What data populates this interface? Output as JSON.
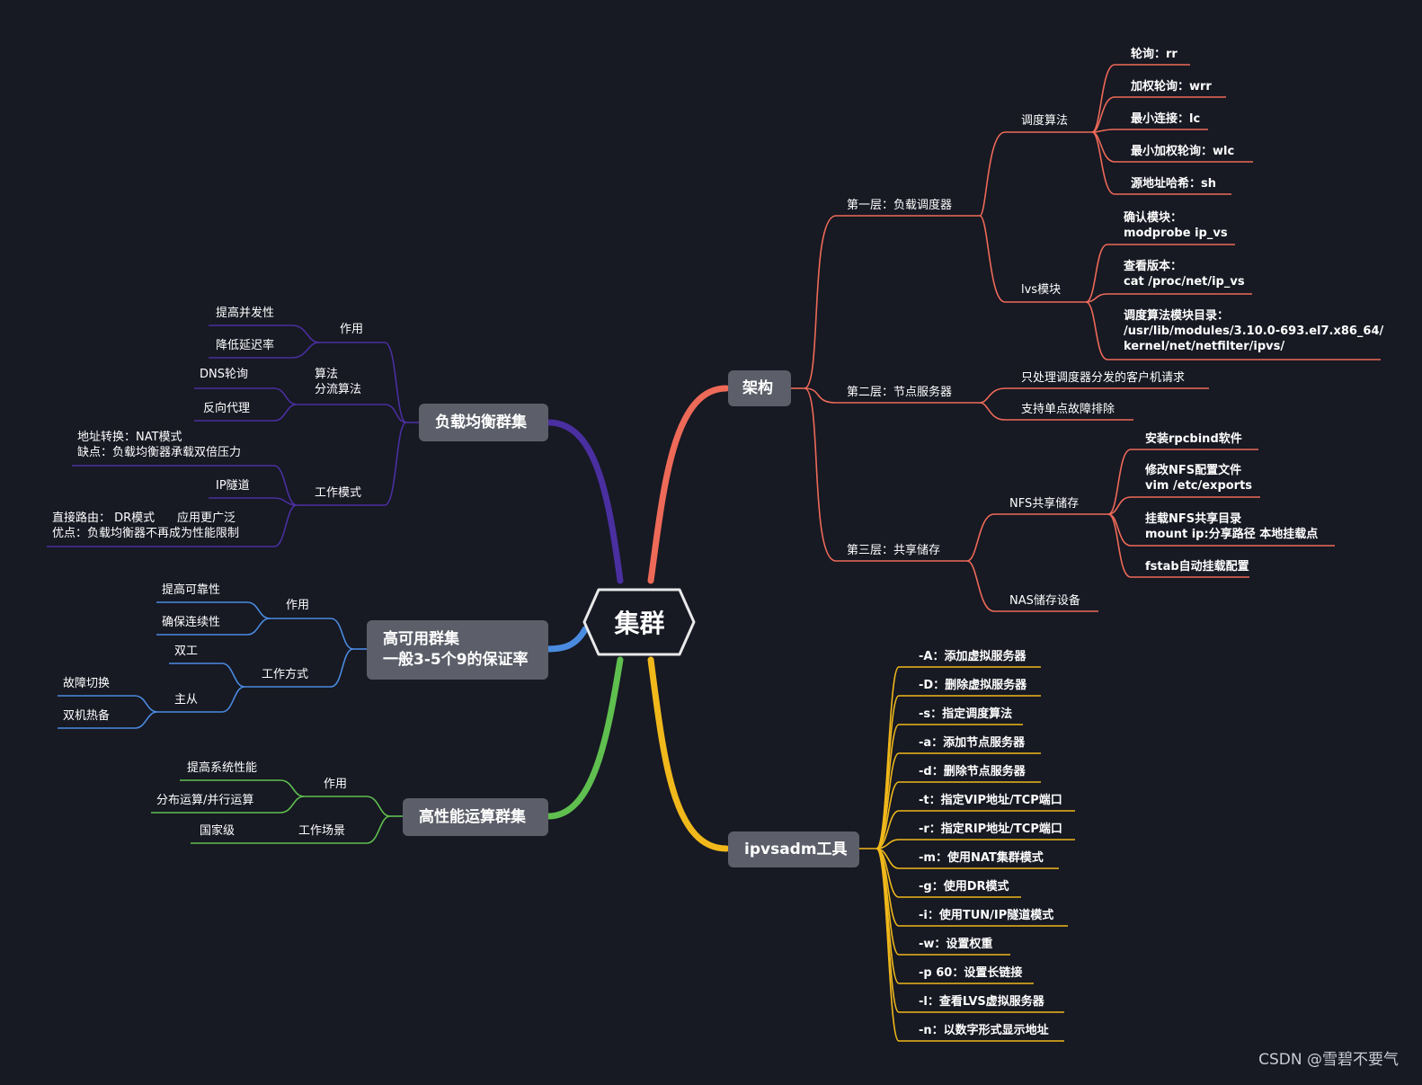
{
  "root": "集群",
  "colors": {
    "arch": "#ee6a58",
    "ipvs": "#f0b81b",
    "lb": "#4a2fa0",
    "ha": "#4a8be0",
    "hpc": "#5fbf4f",
    "node_bg": "#5c5f69",
    "bg": "#171923"
  },
  "arch": {
    "title": "架构",
    "l1": {
      "title": "第一层：负载调度器",
      "sched": {
        "title": "调度算法",
        "items": [
          "轮询：rr",
          "加权轮询：wrr",
          "最小连接：lc",
          "最小加权轮询：wlc",
          "源地址哈希：sh"
        ]
      },
      "lvs": {
        "title": "lvs模块",
        "items": [
          "确认模块：\nmodprobe ip_vs",
          "查看版本：\ncat /proc/net/ip_vs",
          "调度算法模块目录：\n/usr/lib/modules/3.10.0-693.el7.x86_64/\nkernel/net/netfilter/ipvs/"
        ]
      }
    },
    "l2": {
      "title": "第二层：节点服务器",
      "items": [
        "只处理调度器分发的客户机请求",
        "支持单点故障排除"
      ]
    },
    "l3": {
      "title": "第三层：共享储存",
      "nfs": {
        "title": "NFS共享储存",
        "items": [
          "安装rpcbind软件",
          "修改NFS配置文件\nvim /etc/exports",
          "挂载NFS共享目录\nmount ip:分享路径 本地挂载点",
          "fstab自动挂载配置"
        ]
      },
      "nas": "NAS储存设备"
    }
  },
  "ipvs": {
    "title": "ipvsadm工具",
    "items": [
      "-A：添加虚拟服务器",
      "-D：删除虚拟服务器",
      "-s：指定调度算法",
      "-a：添加节点服务器",
      "-d：删除节点服务器",
      "-t：指定VIP地址/TCP端口",
      "-r：指定RIP地址/TCP端口",
      "-m：使用NAT集群模式",
      "-g：使用DR模式",
      "-i：使用TUN/IP隧道模式",
      "-w：设置权重",
      "-p 60：设置长链接",
      "-l：查看LVS虚拟服务器",
      "-n：以数字形式显示地址"
    ]
  },
  "lb": {
    "title": "负载均衡群集",
    "role": {
      "title": "作用",
      "items": [
        "提高并发性",
        "降低延迟率"
      ]
    },
    "algo": {
      "title": "算法\n分流算法",
      "items": [
        "DNS轮询",
        "反向代理"
      ]
    },
    "mode": {
      "title": "工作模式",
      "items": [
        "地址转换：NAT模式\n缺点：负载均衡器承载双倍压力",
        "IP隧道",
        "直接路由： DR模式      应用更广泛\n优点：负载均衡器不再成为性能限制"
      ]
    }
  },
  "ha": {
    "title": "高可用群集\n一般3-5个9的保证率",
    "role": {
      "title": "作用",
      "items": [
        "提高可靠性",
        "确保连续性"
      ]
    },
    "way": {
      "title": "工作方式",
      "items": [
        "双工",
        "主从"
      ],
      "sub": [
        "故障切换",
        "双机热备"
      ]
    }
  },
  "hpc": {
    "title": "高性能运算群集",
    "role": {
      "title": "作用",
      "items": [
        "提高系统性能",
        "分布运算/并行运算"
      ]
    },
    "scene": {
      "title": "工作场景",
      "items": [
        "国家级"
      ]
    }
  },
  "watermark": "CSDN @雪碧不要气"
}
